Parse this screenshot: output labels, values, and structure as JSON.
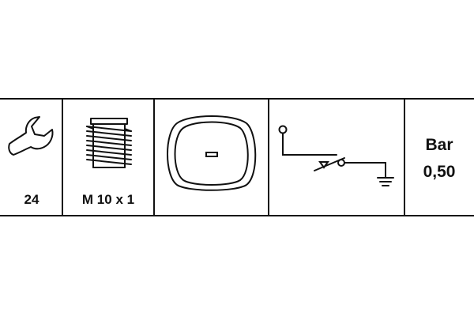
{
  "cells": {
    "wrench": {
      "icon": "wrench-icon",
      "label": "24"
    },
    "thread": {
      "icon": "thread-bolt-icon",
      "label": "M 10 x 1"
    },
    "connector": {
      "icon": "connector-plug-icon"
    },
    "circuit": {
      "icon": "switch-ground-circuit-icon"
    },
    "pressure": {
      "unit": "Bar",
      "value": "0,50"
    }
  },
  "colors": {
    "line": "#111111",
    "background": "#ffffff"
  }
}
